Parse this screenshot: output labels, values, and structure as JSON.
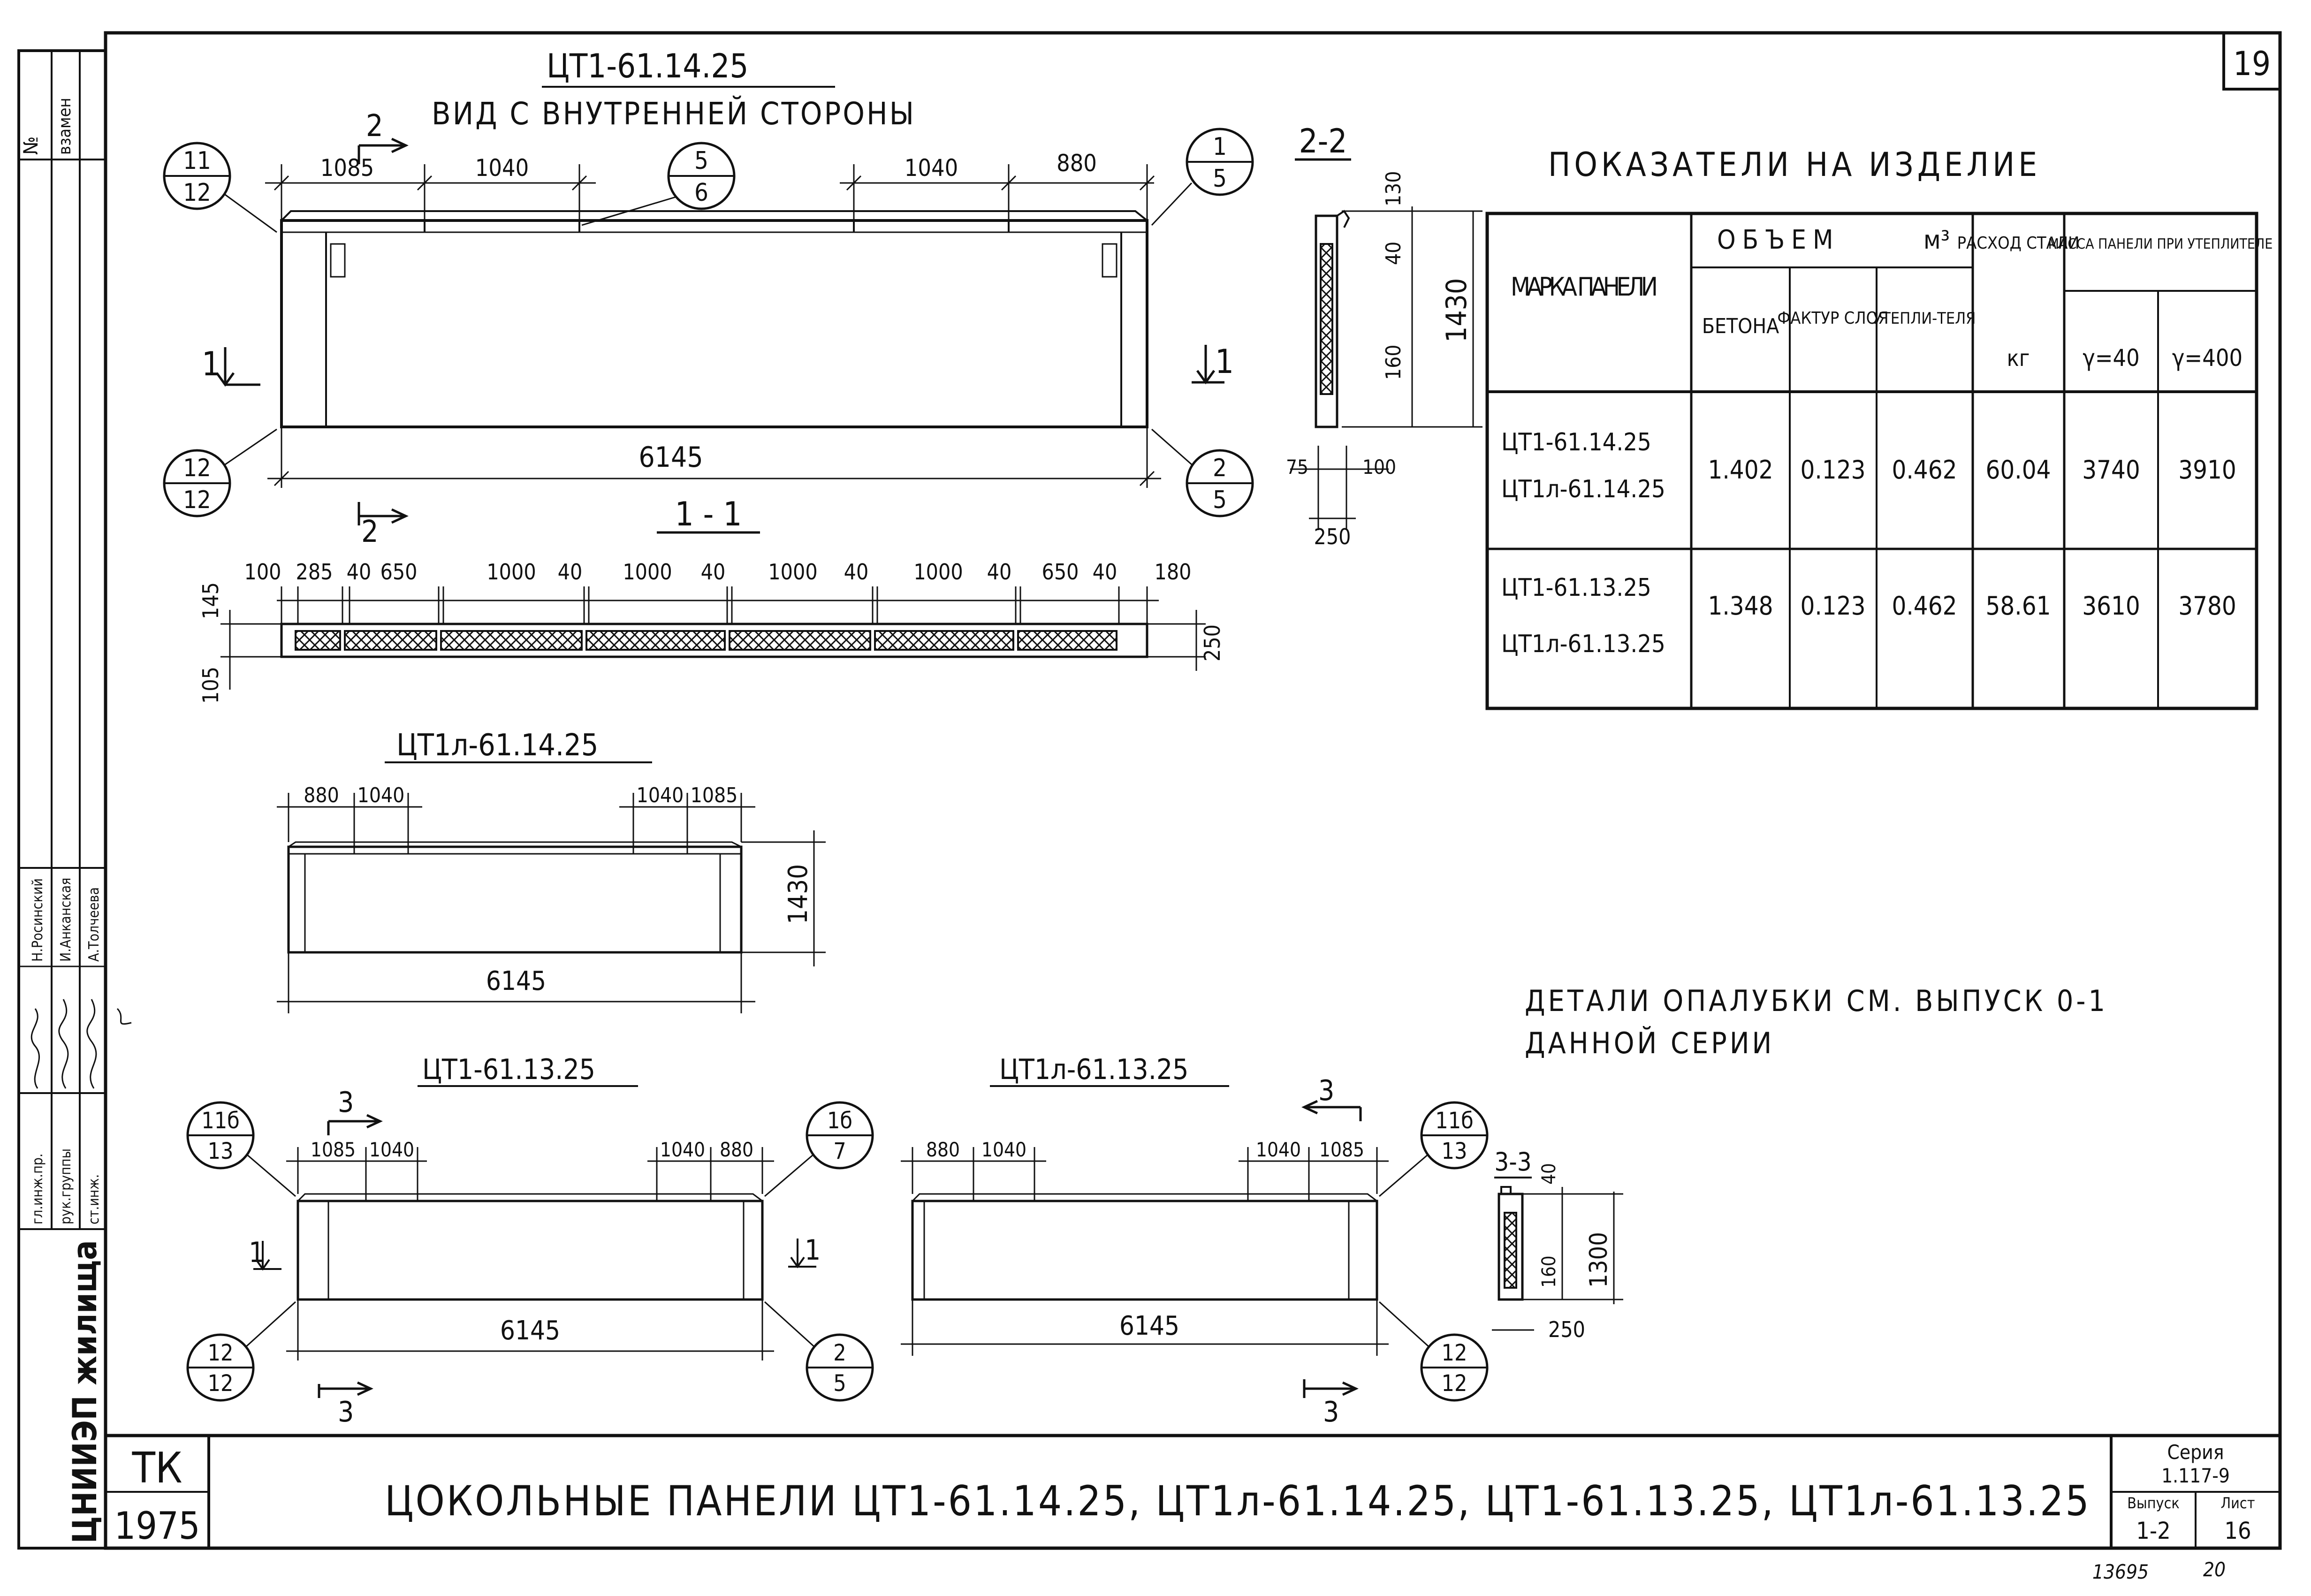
{
  "sheet_number": "19",
  "stamp": {
    "nomer": "№",
    "vzamen": "взамен",
    "positions": [
      "гл.инж.пр.",
      "рук.группы",
      "ст.инж."
    ],
    "names": [
      "Н.Росинский",
      "И.Анканская",
      "А.Толчеева"
    ],
    "org": "ЦНИИЭП жилища",
    "tk": "ТК",
    "year": "1975",
    "series_label": "Серия",
    "series_value": "1.117-9",
    "vypusk_label": "Выпуск",
    "vypusk_value": "1-2",
    "list_label": "Лист",
    "list_value": "16",
    "archive_left": "13695",
    "archive_right": "20"
  },
  "main_title": "ЦОКОЛЬНЫЕ ПАНЕЛИ ЦТ1-61.14.25, ЦТ1л-61.14.25, ЦТ1-61.13.25, ЦТ1л-61.13.25",
  "elev1": {
    "mark": "ЦТ1-61.14.25",
    "view": "ВИД С ВНУТРЕННЕЙ СТОРОНЫ",
    "dims_top": [
      "1085",
      "1040",
      "1040",
      "880"
    ],
    "length": "6145",
    "callouts": [
      {
        "top": "11",
        "bottom": "12"
      },
      {
        "top": "5",
        "bottom": "6"
      },
      {
        "top": "1",
        "bottom": "5"
      },
      {
        "top": "12",
        "bottom": "12"
      },
      {
        "top": "2",
        "bottom": "5"
      }
    ],
    "cut_1": "1",
    "cut_2": "2"
  },
  "section_11": {
    "title": "1 - 1",
    "dims": [
      "100",
      "285",
      "40",
      "650",
      "1000",
      "40",
      "1000",
      "40",
      "1000",
      "40",
      "1000",
      "40",
      "650",
      "40",
      "180"
    ],
    "left_dims": [
      "145",
      "105"
    ],
    "thickness": "250"
  },
  "section_22": {
    "title": "2-2",
    "dims_v": [
      "130",
      "40",
      "160"
    ],
    "height": "1430",
    "bottom_dims": [
      "75",
      "100"
    ],
    "width": "250"
  },
  "table": {
    "title": "ПОКАЗАТЕЛИ НА ИЗДЕЛИЕ",
    "h_mark": "МАРКА ПАНЕЛИ",
    "h_volume": "ОБЪЕМ",
    "h_volume_unit": "м³",
    "h_concrete": "БЕТОНА",
    "h_facing": "ФАКТУР СЛОЯ",
    "h_insul": "УТЕПЛИ-ТЕЛЯ",
    "h_steel": "РАСХОД СТАЛИ",
    "h_steel_unit": "кг",
    "h_mass": "МАССА ПАНЕЛИ ПРИ УТЕПЛИТЕЛЕ",
    "h_g40": "γ=40",
    "h_g400": "γ=400",
    "rows": [
      {
        "marks": [
          "ЦТ1-61.14.25",
          "ЦТ1л-61.14.25"
        ],
        "concrete": "1.402",
        "facing": "0.123",
        "insul": "0.462",
        "steel": "60.04",
        "m40": "3740",
        "m400": "3910"
      },
      {
        "marks": [
          "ЦТ1-61.13.25",
          "ЦТ1л-61.13.25"
        ],
        "concrete": "1.348",
        "facing": "0.123",
        "insul": "0.462",
        "steel": "58.61",
        "m40": "3610",
        "m400": "3780"
      }
    ]
  },
  "elev2": {
    "mark": "ЦТ1л-61.14.25",
    "dims_top": [
      "880",
      "1040",
      "1040",
      "1085"
    ],
    "height": "1430",
    "length": "6145"
  },
  "note": {
    "line1": "ДЕТАЛИ ОПАЛУБКИ СМ. ВЫПУСК 0-1",
    "line2": "ДАННОЙ СЕРИИ"
  },
  "elev3": {
    "mark": "ЦТ1-61.13.25",
    "dims_top": [
      "1085",
      "1040",
      "1040",
      "880"
    ],
    "length": "6145",
    "callouts": [
      {
        "top": "11б",
        "bottom": "13"
      },
      {
        "top": "1б",
        "bottom": "7"
      },
      {
        "top": "12",
        "bottom": "12"
      },
      {
        "top": "2",
        "bottom": "5"
      }
    ],
    "cut_1": "1",
    "cut_3": "3"
  },
  "elev4": {
    "mark": "ЦТ1л-61.13.25",
    "dims_top": [
      "880",
      "1040",
      "1040",
      "1085"
    ],
    "length": "6145",
    "callouts": [
      {
        "top": "11б",
        "bottom": "13"
      },
      {
        "top": "12",
        "bottom": "12"
      }
    ],
    "cut_3": "3"
  },
  "section_33": {
    "title": "3-3",
    "dims_v": [
      "40",
      "160"
    ],
    "height": "1300",
    "width": "250"
  }
}
